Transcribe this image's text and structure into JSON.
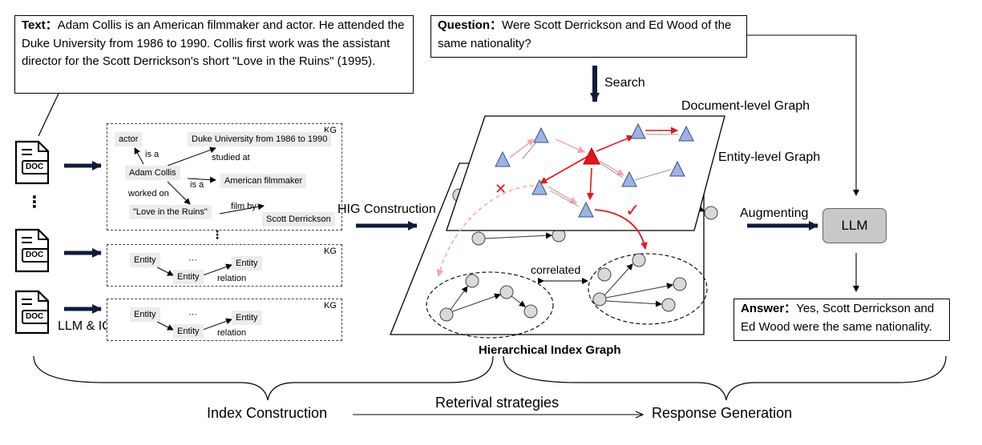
{
  "text_box": {
    "label": "Text：",
    "content": "Adam Collis is an American filmmaker and actor. He attended the Duke University from 1986 to 1990. Collis first work was the assistant director for the Scott Derrickson's short \"Love in the Ruins\" (1995)."
  },
  "question_box": {
    "label": "Question：",
    "content": "Were Scott Derrickson and Ed Wood of the same nationality?"
  },
  "answer_box": {
    "label": "Answer：",
    "content": "Yes, Scott Derrickson and Ed Wood were the same nationality."
  },
  "docs": {
    "icon_label": "DOC",
    "dots": "⋮"
  },
  "kg_main": {
    "tag": "KG",
    "nodes": {
      "actor": "actor",
      "duke": "Duke University from 1986 to 1990",
      "adam": "Adam Collis",
      "filmmaker": "American filmmaker",
      "love": "\"Love in the Ruins\"",
      "scott": "Scott Derrickson"
    },
    "relations": {
      "is_a_1": "is a",
      "studied_at": "studied at",
      "is_a_2": "is a",
      "worked_on": "worked on",
      "film_by": "film by"
    }
  },
  "kg_dots": "⋮",
  "kg_small": [
    {
      "tag": "KG",
      "entity1": "Entity",
      "ellipsis": "···",
      "entity2": "Entity",
      "entity3": "Entity",
      "relation": "relation"
    },
    {
      "tag": "KG",
      "entity1": "Entity",
      "ellipsis": "···",
      "entity2": "Entity",
      "entity3": "Entity",
      "relation": "relation"
    }
  ],
  "labels": {
    "llm_icl": "LLM & ICL",
    "hig_construction": "HIG Construction",
    "search": "Search",
    "document_level_graph": "Document-level Graph",
    "entity_level_graph": "Entity-level Graph",
    "correlated": "correlated",
    "augmenting": "Augmenting",
    "llm": "LLM",
    "hierarchical_index_graph": "Hierarchical Index Graph",
    "index_construction": "Index Construction",
    "retrieval_strategies": "Reterival strategies",
    "response_generation": "Response Generation"
  },
  "marks": {
    "cross": "✕",
    "check": "✓"
  },
  "colors": {
    "triangle_fill": "#9db3e6",
    "triangle_stroke": "#3a4f86",
    "highlight_triangle": "#e8141b",
    "red_arrow": "#e8141b",
    "pink_arrow": "#f4a3a8",
    "circle_fill": "#d9d9d9",
    "arrow_navy": "#0f1b3d",
    "llm_fill": "#c8c8c8"
  }
}
